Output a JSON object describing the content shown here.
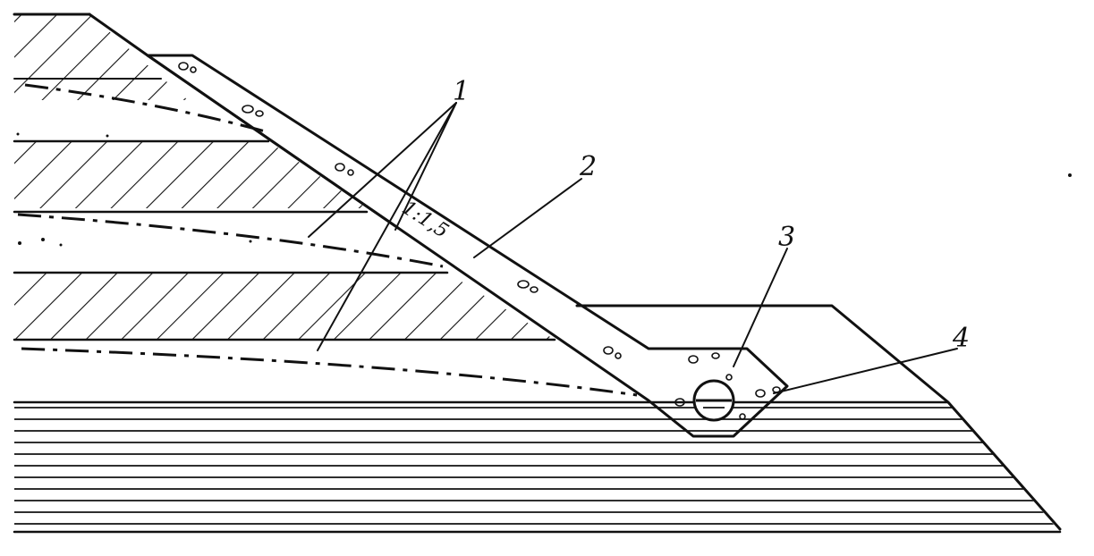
{
  "diagram": {
    "callouts": [
      {
        "id": "1",
        "text": "1"
      },
      {
        "id": "2",
        "text": "2"
      },
      {
        "id": "3",
        "text": "3"
      },
      {
        "id": "4",
        "text": "4"
      }
    ],
    "slope_label": "1:1,5"
  }
}
